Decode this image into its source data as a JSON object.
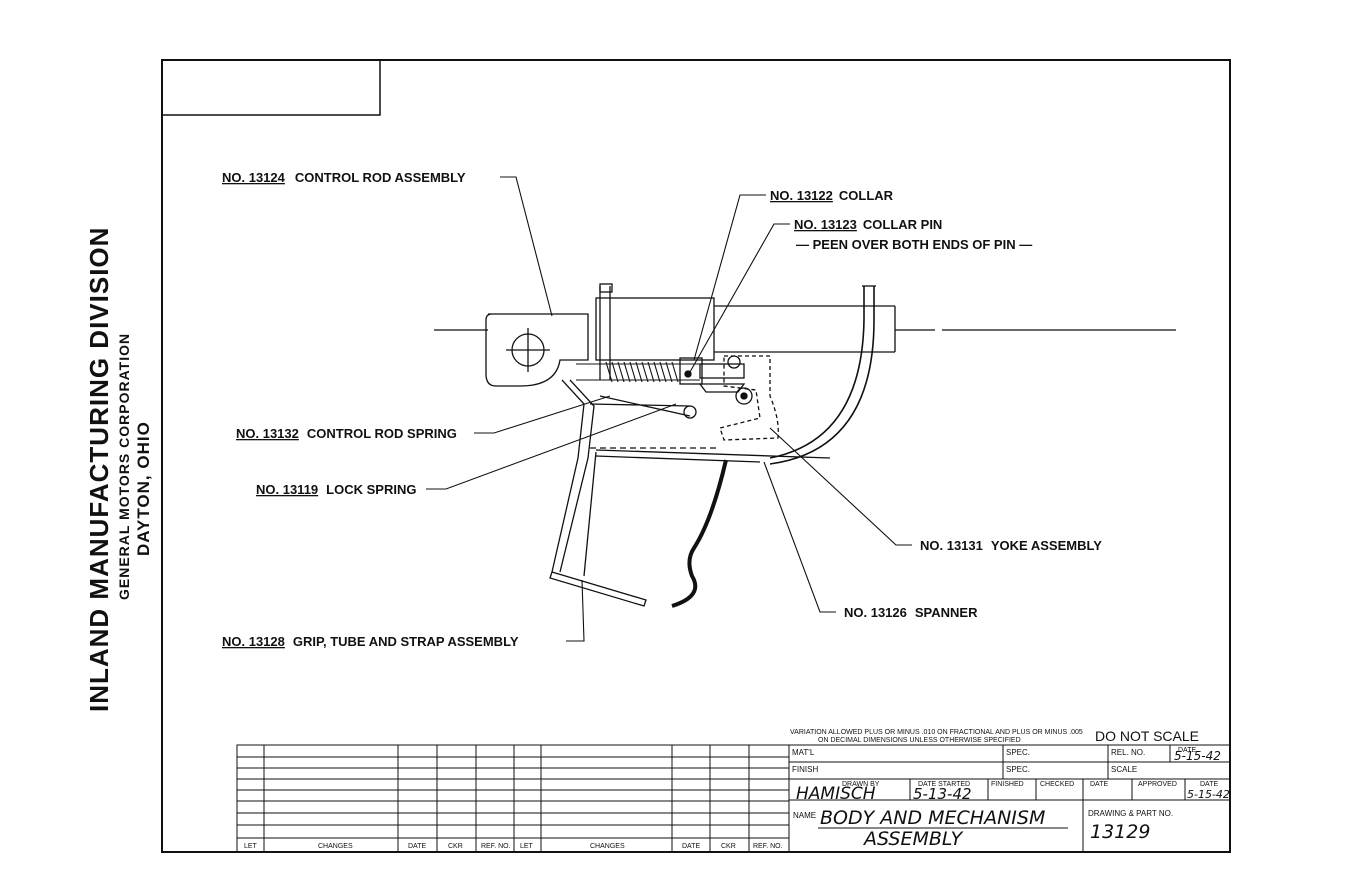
{
  "sidebar": {
    "division": "INLAND MANUFACTURING DIVISION",
    "corporation": "GENERAL MOTORS CORPORATION",
    "city": "DAYTON, OHIO"
  },
  "callouts": [
    {
      "number": "NO. 13124",
      "text": "CONTROL ROD ASSEMBLY",
      "underlined": true
    },
    {
      "number": "NO. 13122",
      "text": "COLLAR",
      "underlined": true
    },
    {
      "number": "NO. 13123",
      "text": "COLLAR PIN",
      "underlined": true
    },
    {
      "number": "",
      "text": "— PEEN OVER BOTH ENDS OF PIN —",
      "underlined": false
    },
    {
      "number": "NO. 13132",
      "text": "CONTROL ROD SPRING",
      "underlined": true
    },
    {
      "number": "NO. 13119",
      "text": "LOCK SPRING",
      "underlined": true
    },
    {
      "number": "NO. 13131",
      "text": "YOKE ASSEMBLY",
      "underlined": false
    },
    {
      "number": "NO. 13126",
      "text": "SPANNER",
      "underlined": false
    },
    {
      "number": "NO. 13128",
      "text": "GRIP, TUBE AND STRAP ASSEMBLY",
      "underlined": true
    }
  ],
  "revision_block": {
    "headers": [
      "LET",
      "CHANGES",
      "DATE",
      "CKR",
      "REF. NO.",
      "LET",
      "CHANGES",
      "DATE",
      "CKR",
      "REF. NO."
    ]
  },
  "title_block": {
    "tolerance_note": "VARIATION ALLOWED PLUS OR MINUS .010 ON FRACTIONAL AND PLUS OR MINUS .005",
    "tolerance_note2": "ON DECIMAL DIMENSIONS UNLESS OTHERWISE SPECIFIED",
    "do_not_scale": "DO NOT SCALE",
    "matl_label": "MAT'L",
    "spec_label": "SPEC.",
    "finish_label": "FINISH",
    "rel_no_label": "REL. NO.",
    "date_label": "DATE",
    "date_value_1": "5-15-42",
    "scale_label": "SCALE",
    "drawn_by_label": "DRAWN BY",
    "drawn_by": "HAMISCH",
    "date_started_label": "DATE STARTED",
    "date_started": "5-13-42",
    "finished_label": "FINISHED",
    "checked_label": "CHECKED",
    "approved_label": "APPROVED",
    "date_value_2": "5-15-42",
    "name_label": "NAME",
    "name_line1": "BODY AND MECHANISM",
    "name_line2": "ASSEMBLY",
    "part_no_label": "DRAWING & PART NO.",
    "part_no": "13129"
  }
}
